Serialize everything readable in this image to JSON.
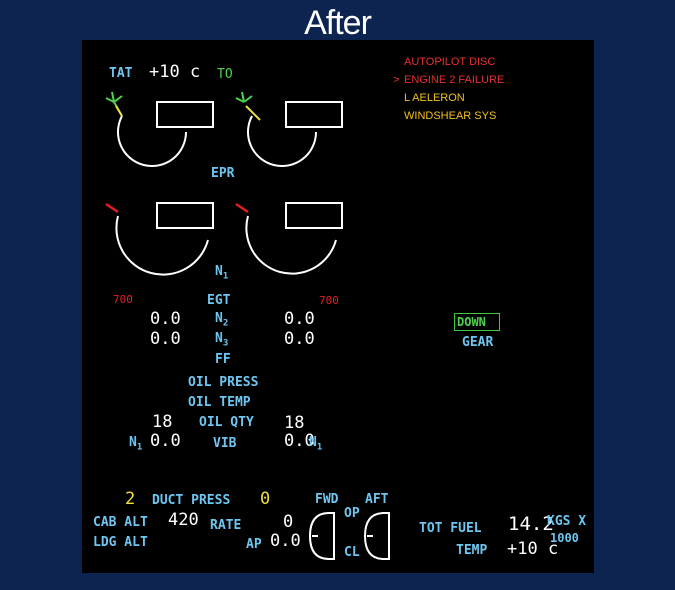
{
  "header": {
    "title": "After"
  },
  "tat": {
    "label": "TAT",
    "value": "+10 c",
    "mode": "TO"
  },
  "engines": {
    "epr_label": "EPR",
    "n1_label": "N",
    "n1_sub": "1",
    "egt_label": "EGT",
    "egt_limit_left": "700",
    "egt_limit_right": "700"
  },
  "secondary": {
    "n2_label": "N",
    "n2_sub": "2",
    "n3_label": "N",
    "n3_sub": "3",
    "ff_label": "FF",
    "n2_left": "0.0",
    "n2_right": "0.0",
    "n3_left": "0.0",
    "n3_right": "0.0",
    "oil_press_label": "OIL PRESS",
    "oil_temp_label": "OIL TEMP",
    "oil_qty_label": "OIL QTY",
    "vib_label": "VIB",
    "oil_qty_left": "18",
    "oil_qty_right": "18",
    "vib_left": "0.0",
    "vib_right": "0.0",
    "vib_n1_left": "N",
    "vib_n1_left_sub": "1",
    "vib_n1_right": "N",
    "vib_n1_right_sub": "1"
  },
  "alerts": {
    "caret": ">",
    "items": [
      "AUTOPILOT DISC",
      "ENGINE 2 FAILURE",
      "L AELERON",
      "WINDSHEAR SYS"
    ]
  },
  "gear": {
    "status": "DOWN",
    "label": "GEAR"
  },
  "cabin": {
    "duct_press_label": "DUCT PRESS",
    "duct_left": "2",
    "duct_right": "0",
    "cab_alt_label": "CAB ALT",
    "ldg_alt_label": "LDG ALT",
    "cab_alt_value": "420",
    "rate_label": "RATE",
    "rate_value": "0",
    "ap_label": "AP",
    "ap_value": "0.0"
  },
  "valves": {
    "fwd_label": "FWD",
    "aft_label": "AFT",
    "op_label": "OP",
    "cl_label": "CL"
  },
  "fuel": {
    "tot_fuel_label": "TOT FUEL",
    "tot_fuel_value": "14.2",
    "unit_label": "KGS X",
    "unit_multiplier": "1000",
    "temp_label": "TEMP",
    "temp_value": "+10 c"
  },
  "colors": {
    "background": "#0d2350",
    "screen": "#000000",
    "label_cyan": "#6ec6f0",
    "caution_amber": "#f0c020",
    "warning_red": "#e83030",
    "ok_green": "#4fd24f"
  }
}
